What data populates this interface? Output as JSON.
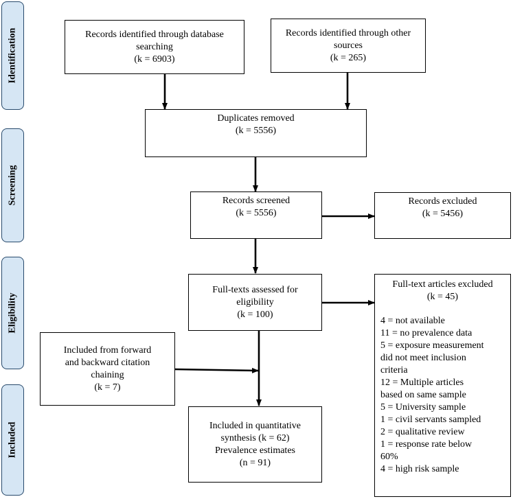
{
  "phases": {
    "identification": "Identification",
    "screening": "Screening",
    "eligibility": "Eligibility",
    "included": "Included"
  },
  "boxes": {
    "database": [
      "Records identified through database",
      "searching",
      "(k = 6903)"
    ],
    "other": [
      "Records identified through other",
      "sources",
      "(k = 265)"
    ],
    "duplicates": [
      "Duplicates removed",
      "(k = 5556)"
    ],
    "screened": [
      "Records screened",
      "(k = 5556)"
    ],
    "excluded": [
      "Records excluded",
      "(k = 5456)"
    ],
    "fulltext": [
      "Full-texts assessed for",
      "eligibility",
      "(k = 100)"
    ],
    "citation": [
      "Included from forward",
      "and backward citation",
      "chaining",
      "(k = 7)"
    ],
    "included": [
      "Included in quantitative",
      "synthesis (k = 62)",
      "Prevalence estimates",
      "(n = 91)"
    ]
  },
  "fulltext_excluded": {
    "header": [
      "Full-text articles excluded",
      "(k = 45)"
    ],
    "items": [
      "4 = not available",
      "11 = no prevalence data",
      "5 = exposure measurement",
      "did not meet inclusion",
      "criteria",
      "12 = Multiple articles",
      "based on same sample",
      "5 = University sample",
      "1 = civil servants sampled",
      "2 = qualitative review",
      "1 = response rate below",
      "60%",
      "4 = high risk sample"
    ]
  }
}
